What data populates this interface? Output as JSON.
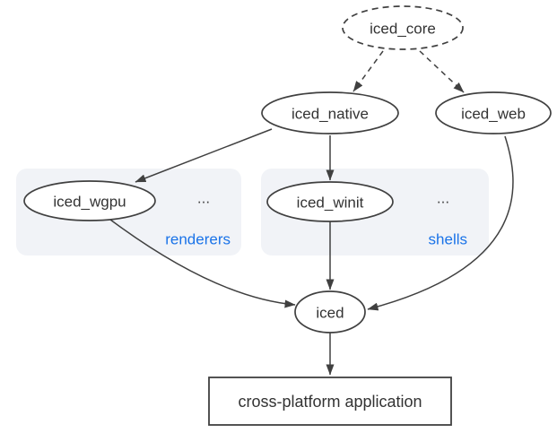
{
  "nodes": {
    "core": {
      "label": "iced_core"
    },
    "native": {
      "label": "iced_native"
    },
    "web": {
      "label": "iced_web"
    },
    "wgpu": {
      "label": "iced_wgpu"
    },
    "winit": {
      "label": "iced_winit"
    },
    "iced": {
      "label": "iced"
    },
    "app": {
      "label": "cross-platform application"
    }
  },
  "groups": {
    "renderers": {
      "label": "renderers",
      "ellipsis": "..."
    },
    "shells": {
      "label": "shells",
      "ellipsis": "..."
    }
  },
  "theme": {
    "node_stroke": "#404040",
    "node_fill": "#ffffff",
    "text_color": "#333333",
    "group_fill": "#f1f3f7",
    "group_label_color": "#1a73e8",
    "background": "#ffffff"
  }
}
